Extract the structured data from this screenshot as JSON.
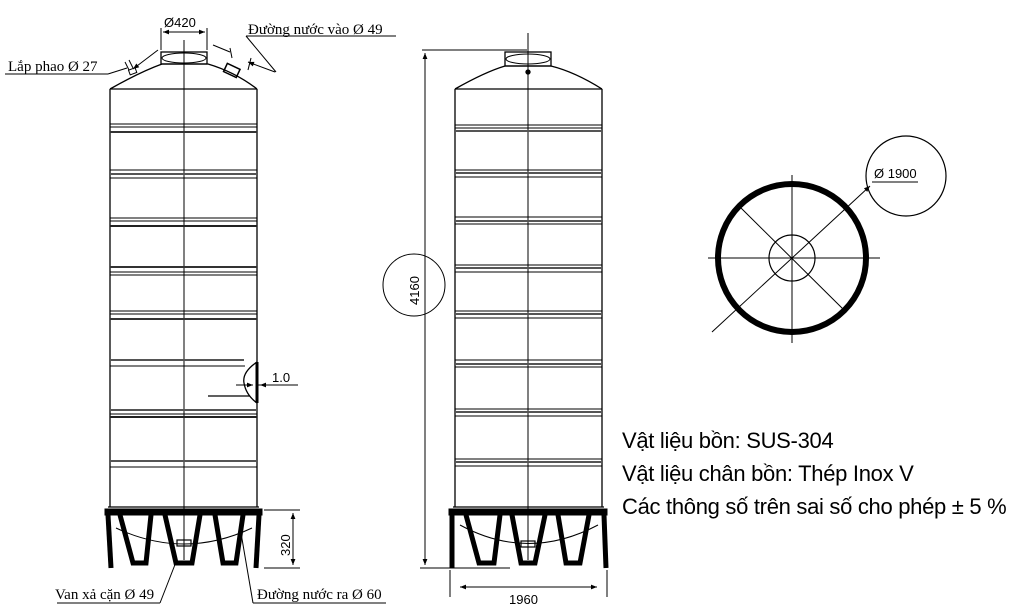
{
  "drawing": {
    "title": "Stainless steel vertical water tank technical drawing",
    "front_view": {
      "labels": {
        "manhole": "Ø420",
        "inlet": "Đường nước vào Ø 49",
        "float": "Lắp phao Ø 27",
        "thickness": "1.0",
        "leg_height": "320",
        "drain": "Van xả cặn Ø 49",
        "outlet": "Đường nước ra Ø 60"
      }
    },
    "side_view": {
      "labels": {
        "total_height": "4160",
        "base_width": "1960"
      }
    },
    "top_view": {
      "labels": {
        "diameter": "Ø 1900"
      }
    },
    "notes": [
      "Vật liệu bồn: SUS-304",
      "Vật liệu chân bồn: Thép Inox V",
      "Các thông số trên sai số cho phép ± 5 %"
    ]
  }
}
